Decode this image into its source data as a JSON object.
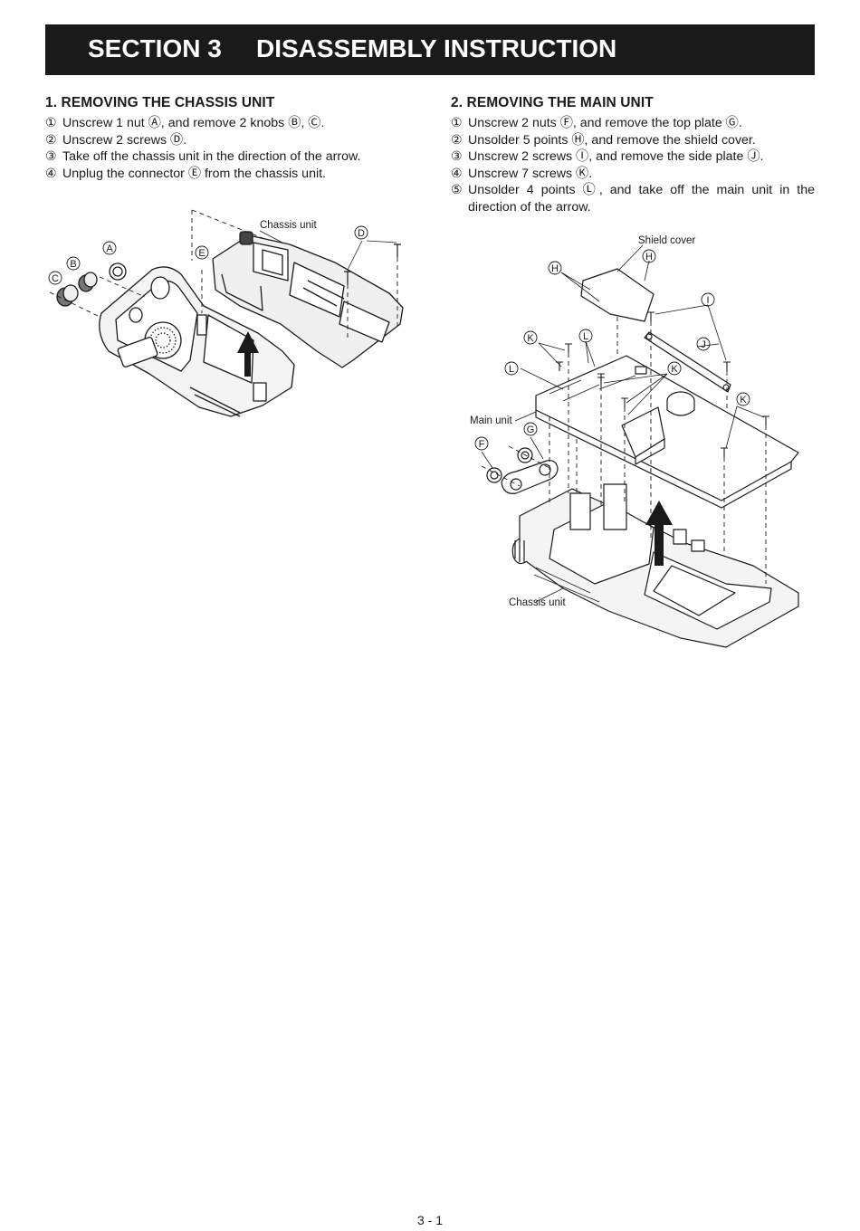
{
  "header": {
    "section_number": "SECTION 3",
    "section_title": "DISASSEMBLY INSTRUCTION"
  },
  "chassis": {
    "heading": "1. REMOVING THE CHASSIS UNIT",
    "steps": [
      {
        "num": "①",
        "text": "Unscrew 1 nut Ⓐ, and remove 2 knobs Ⓑ, Ⓒ."
      },
      {
        "num": "②",
        "text": "Unscrew 2 screws Ⓓ."
      },
      {
        "num": "③",
        "text": "Take off the chassis unit in the direction of the arrow."
      },
      {
        "num": "④",
        "text": "Unplug the connector Ⓔ from the chassis unit."
      }
    ],
    "figure": {
      "chassis_label": "Chassis unit",
      "callouts": {
        "a": "A",
        "b": "B",
        "c": "C",
        "d": "D",
        "e": "E"
      }
    }
  },
  "main_unit": {
    "heading": "2. REMOVING THE MAIN UNIT",
    "steps": [
      {
        "num": "①",
        "text": "Unscrew 2 nuts Ⓕ, and remove the top plate Ⓖ."
      },
      {
        "num": "②",
        "text": "Unsolder 5 points Ⓗ, and remove the shield cover."
      },
      {
        "num": "③",
        "text": "Unscrew 2 screws Ⓘ, and remove the side plate Ⓙ."
      },
      {
        "num": "④",
        "text": "Unscrew 7 screws Ⓚ."
      },
      {
        "num": "⑤",
        "text": "Unsolder 4 points Ⓛ, and take off the main unit in the direction of the arrow."
      }
    ],
    "figure": {
      "shield_cover_label": "Shield cover",
      "main_unit_label": "Main unit",
      "chassis_label": "Chassis unit",
      "callouts": {
        "f": "F",
        "g": "G",
        "h": "H",
        "i": "I",
        "j": "J",
        "k": "K",
        "l": "L"
      }
    }
  },
  "footer": {
    "page_number": "3 - 1"
  }
}
